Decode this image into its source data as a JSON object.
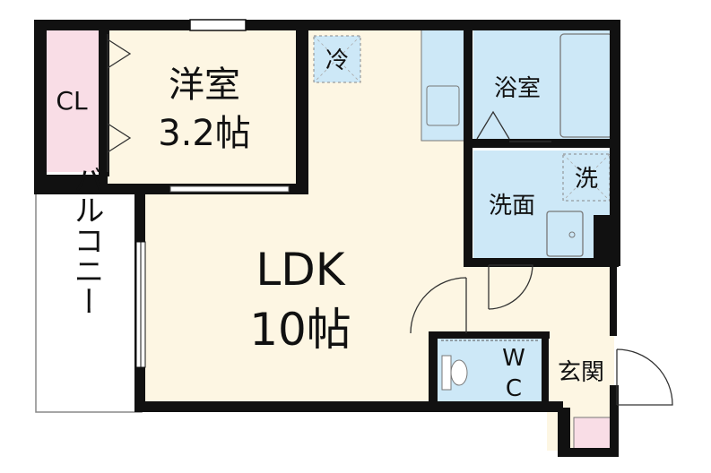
{
  "rooms": {
    "western": {
      "name": "洋室",
      "size": "3.2帖"
    },
    "ldk": {
      "name": "LDK",
      "size": "10帖"
    },
    "closet": "CL",
    "bath": "浴室",
    "washroom": "洗面",
    "washer": "洗",
    "fridge": "冷",
    "toilet_w": "W",
    "toilet_c": "C",
    "entrance": "玄関",
    "balcony": "バルコニー"
  },
  "colors": {
    "wall": "#111111",
    "floor": "#fdf6e3",
    "closet": "#f9dde6",
    "wet": "#cde8f7",
    "shoebox": "#f9dde6",
    "balcony": "#ffffff"
  }
}
